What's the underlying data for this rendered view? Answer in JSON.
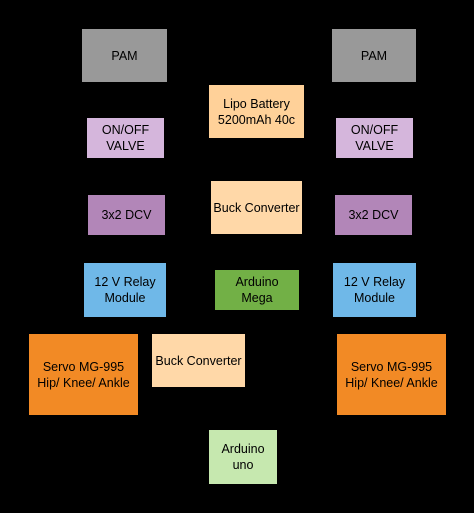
{
  "colors": {
    "background": "#000000",
    "pam": "#999999",
    "battery": "#ffd199",
    "valve": "#d5b6dc",
    "buck_converter": "#ffd8a8",
    "dcv": "#b286b8",
    "relay": "#6fb8e8",
    "mega": "#72b046",
    "servo": "#f28a25",
    "uno": "#c6e8af"
  },
  "blocks": {
    "pam_left": "PAM",
    "pam_right": "PAM",
    "lipo_battery": "Lipo Battery\n5200mAh 40c",
    "onoff_valve_left": "ON/OFF\nVALVE",
    "onoff_valve_right": "ON/OFF\nVALVE",
    "buck_converter_top": "Buck Converter",
    "dcv_left": "3x2 DCV",
    "dcv_right": "3x2 DCV",
    "relay_left": "12 V  Relay\nModule",
    "arduino_mega": "Arduino\nMega",
    "relay_right": "12 V  Relay\nModule",
    "servo_left": "Servo MG-995\nHip/ Knee/ Ankle",
    "buck_converter_mid": "Buck Converter",
    "servo_right": "Servo MG-995\nHip/ Knee/ Ankle",
    "arduino_uno": "Arduino\nuno"
  }
}
